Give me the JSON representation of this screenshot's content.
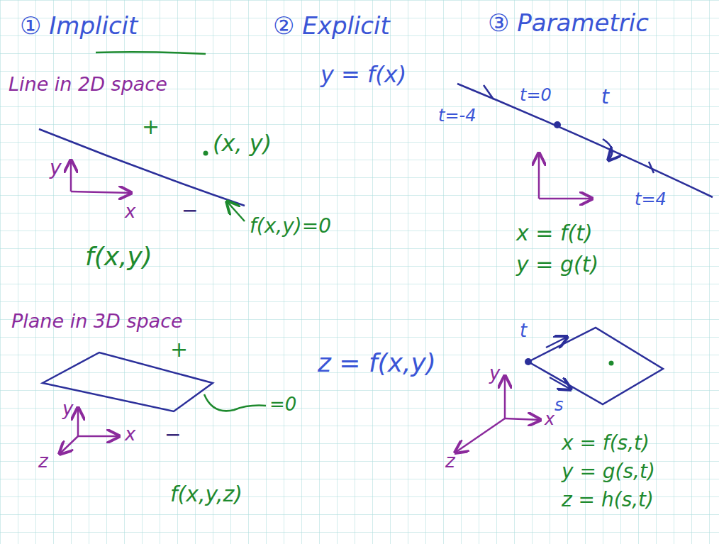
{
  "diagram": {
    "labels": [
      "① Implicit",
      "② Explicit",
      "③ Parametric",
      "Line in 2D space",
      "y = f(x)",
      "+",
      "(x, y)",
      "y",
      "x",
      "−",
      "f(x,y)=0",
      "f(x,y)",
      "Plane in 3D space",
      "+",
      "=0",
      "y",
      "x",
      "−",
      "z",
      "f(x,y,z)",
      "z = f(x,y)",
      "t=-4",
      "t=0",
      "t",
      "t=4",
      "x = f(t)",
      "y = g(t)",
      "t",
      "s",
      "y",
      "x",
      "z",
      "x = f(s,t)",
      "y = g(s,t)",
      "z = h(s,t)"
    ]
  }
}
